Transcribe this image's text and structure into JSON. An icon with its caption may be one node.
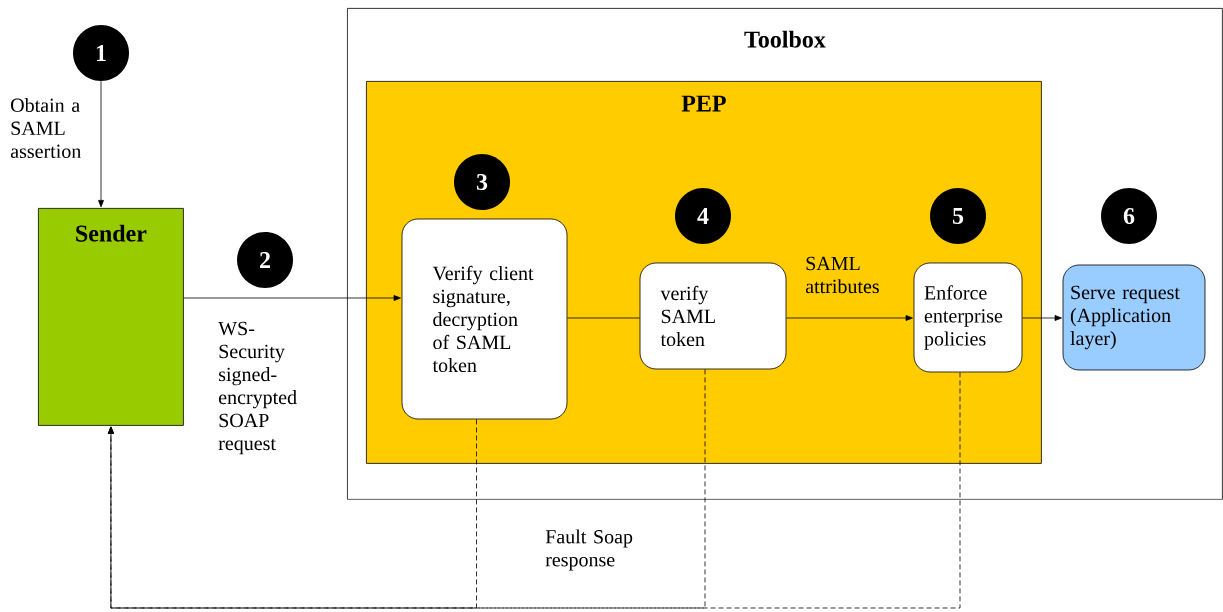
{
  "diagram": {
    "nodes": [
      {
        "text": [
          "1"
        ]
      },
      {
        "text": [
          "Toolbox"
        ]
      },
      {
        "text": [
          "PEP"
        ],
        "in": 1
      },
      {
        "text": [
          "Sender"
        ]
      },
      {
        "text": [
          "2"
        ]
      },
      {
        "text": [
          "3"
        ],
        "in": 2
      },
      {
        "text": [
          "Verify client signature, decryption of SAML token"
        ],
        "in": 2
      },
      {
        "text": [
          "4"
        ],
        "in": 2
      },
      {
        "text": [
          "verify SAML token"
        ],
        "in": 2
      },
      {
        "text": [
          "5"
        ],
        "in": 2
      },
      {
        "text": [
          "Enforce enterprise policies"
        ],
        "in": 2
      },
      {
        "text": [
          "6"
        ],
        "in": 1
      },
      {
        "text": [
          "Serve request (Application layer)"
        ],
        "in": 1
      }
    ],
    "edges": [
      {
        "from": 0,
        "to": 3,
        "arrow": "to",
        "label": "Obtain a SAML assertion"
      },
      {
        "from": 3,
        "to": 6,
        "arrow": "to",
        "label": "WS-Security signed-encrypted SOAP request"
      },
      {
        "from": 6,
        "to": 8,
        "arrow": "none"
      },
      {
        "from": 8,
        "to": 10,
        "arrow": "to",
        "label": "SAML attributes"
      },
      {
        "from": 10,
        "to": 12,
        "arrow": "to"
      },
      {
        "from": 6,
        "to": 3,
        "arrow": "to",
        "style": "dashed"
      },
      {
        "from": 8,
        "to": 3,
        "arrow": "to",
        "style": "dashed"
      },
      {
        "from": 10,
        "to": 3,
        "arrow": "to",
        "style": "dashed"
      }
    ],
    "labels": [
      "Fault Soap response"
    ]
  }
}
